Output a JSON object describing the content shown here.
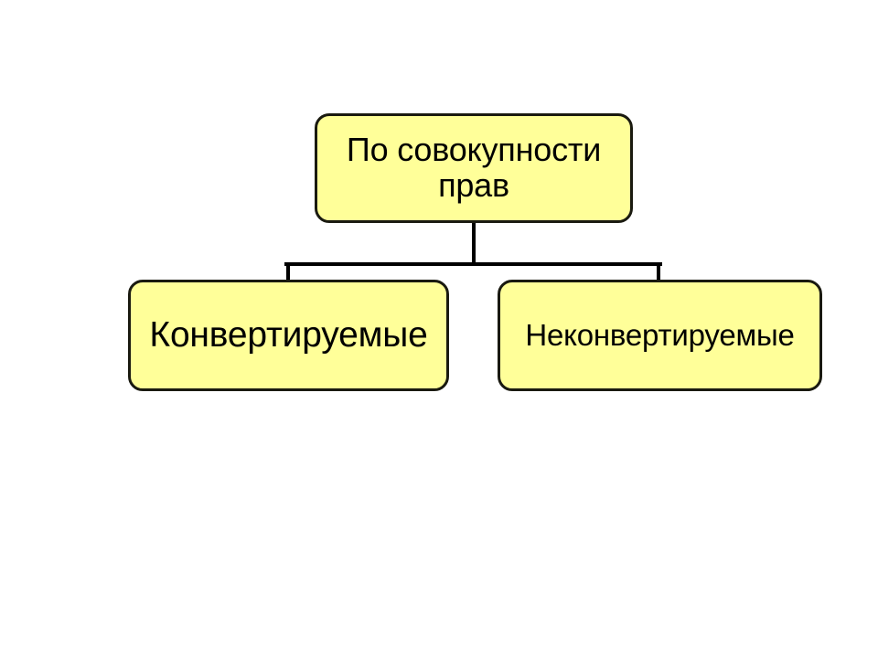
{
  "diagram": {
    "title": "По совокупности прав",
    "background_color": "#FFFFFF",
    "node_fill_color": "#FFFF99",
    "node_border_color": "#1A1A10",
    "connector_color": "#000000",
    "nodes": [
      {
        "id": "root",
        "label": "По совокупности\nправ",
        "level": 0
      },
      {
        "id": "convertible",
        "label": "Конвертируемые",
        "level": 1
      },
      {
        "id": "nonconvertible",
        "label": "Неконвертируемые",
        "level": 1
      }
    ],
    "edges": [
      {
        "from": "root",
        "to": "convertible"
      },
      {
        "from": "root",
        "to": "nonconvertible"
      }
    ]
  }
}
